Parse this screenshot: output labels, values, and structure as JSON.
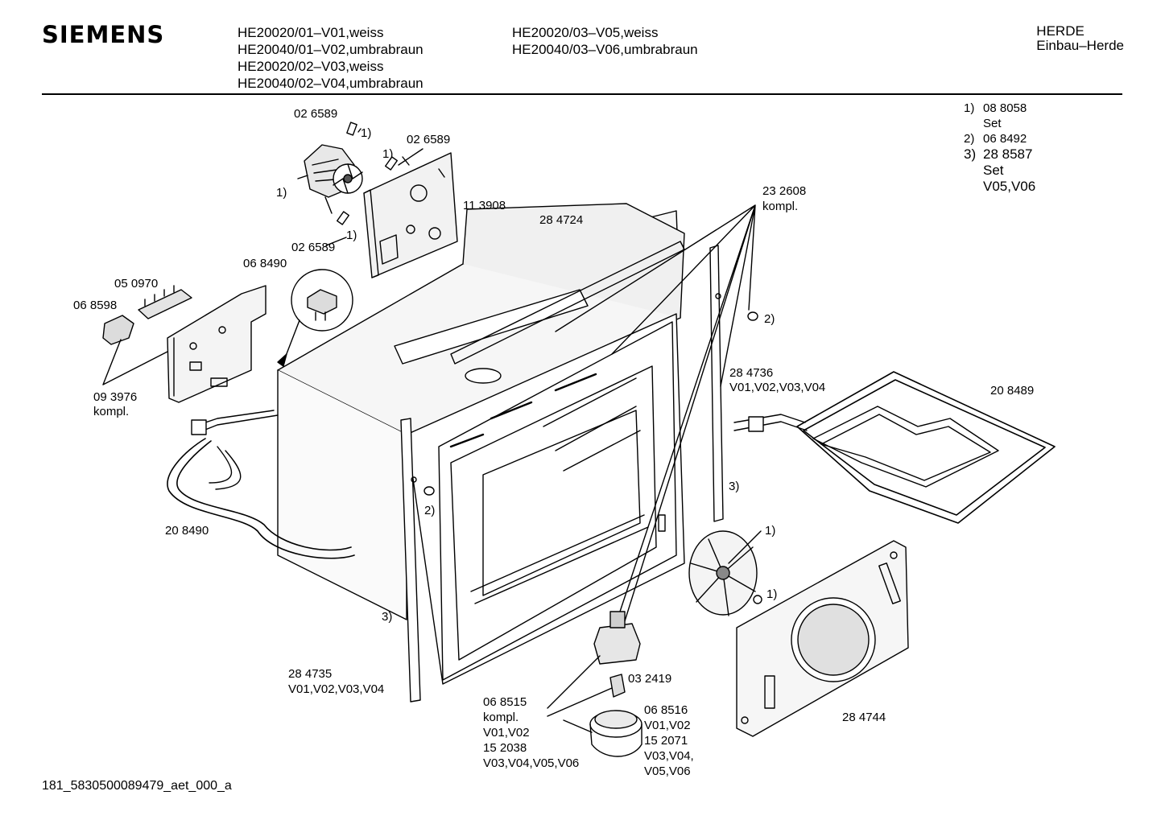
{
  "header": {
    "brand": "SIEMENS",
    "models_col1": [
      "HE20020/01–V01,weiss",
      "HE20040/01–V02,umbrabraun",
      "HE20020/02–V03,weiss",
      "HE20040/02–V04,umbrabraun"
    ],
    "models_col2": [
      "HE20020/03–V05,weiss",
      "HE20040/03–V06,umbrabraun"
    ],
    "category": "HERDE",
    "subcategory": "Einbau–Herde"
  },
  "notes": [
    {
      "num": "1)",
      "lines": [
        "08 8058",
        "Set"
      ]
    },
    {
      "num": "2)",
      "lines": [
        "06 8492"
      ]
    },
    {
      "num": "3)",
      "lines": [
        "28 8587",
        "Set",
        "V05,V06"
      ]
    }
  ],
  "labels": {
    "l026589a": "02 6589",
    "l1a": "1)",
    "l1b": "1)",
    "l026589b": "02 6589",
    "l1c": "1)",
    "l113908": "11 3908",
    "l1d": "1)",
    "l026589c": "02 6589",
    "l284724": "28 4724",
    "l232608": "23 2608",
    "l232608k": "kompl.",
    "l068490": "06 8490",
    "l050970": "05 0970",
    "l068598": "06 8598",
    "l093976": "09 3976",
    "l093976k": "kompl.",
    "l2a": "2)",
    "l284736": "28 4736",
    "l284736v": "V01,V02,V03,V04",
    "l208489": "20 8489",
    "l3a": "3)",
    "l2b": "2)",
    "l208490": "20 8490",
    "l1e": "1)",
    "l1f": "1)",
    "l3b": "3)",
    "l284735": "28 4735",
    "l284735v": "V01,V02,V03,V04",
    "l032419": "03 2419",
    "l068515": "06 8515",
    "l068515k": "kompl.",
    "l068515v": "V01,V02",
    "l152038": "15 2038",
    "l152038v": "V03,V04,V05,V06",
    "l068516": "06 8516",
    "l068516v": "V01,V02",
    "l152071": "15 2071",
    "l152071v1": "V03,V04,",
    "l152071v2": "V05,V06",
    "l284744": "28 4744"
  },
  "footer": "181_5830500089479_aet_000_a"
}
